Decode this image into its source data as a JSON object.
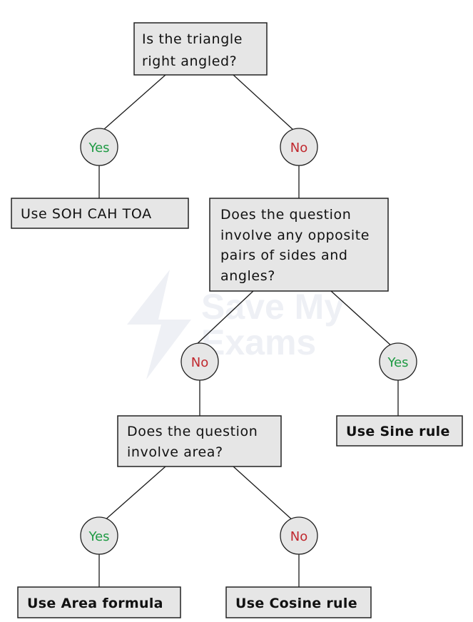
{
  "colors": {
    "yes": "#1e9a43",
    "no": "#c0282e",
    "box_fill": "#e6e6e6",
    "stroke": "#222222",
    "watermark": "#eef0f5"
  },
  "watermark": {
    "line1": "Save My",
    "line2": "Exams"
  },
  "decisions": {
    "q1": {
      "line1": "Is the triangle",
      "line2": "right angled?"
    },
    "q2": {
      "line1": "Does the question",
      "line2": "involve any opposite",
      "line3": "pairs of sides and",
      "line4": "angles?"
    },
    "q3": {
      "line1": "Does the question",
      "line2": "involve area?"
    }
  },
  "branches": {
    "q1_yes": "Yes",
    "q1_no": "No",
    "q2_no": "No",
    "q2_yes": "Yes",
    "q3_yes": "Yes",
    "q3_no": "No"
  },
  "outcomes": {
    "soh_cah_toa": "Use SOH CAH TOA",
    "sine_rule": "Use Sine rule",
    "area_formula": "Use Area formula",
    "cosine_rule": "Use Cosine rule"
  }
}
